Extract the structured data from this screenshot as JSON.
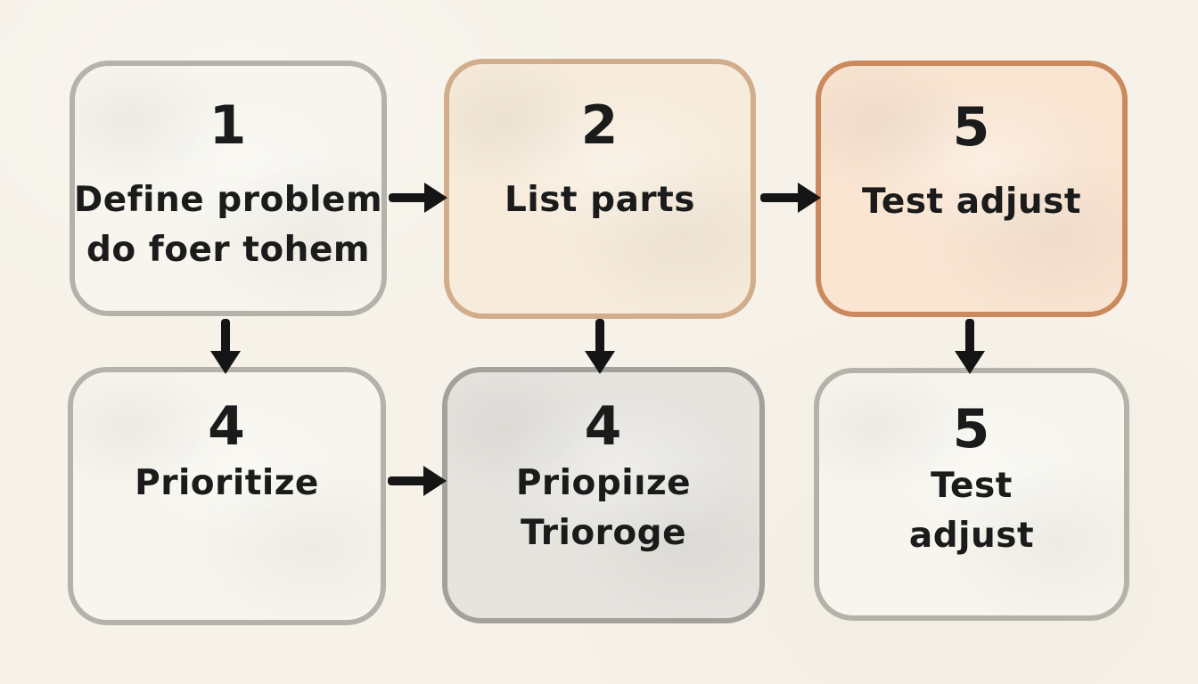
{
  "canvas": {
    "background_color": "#f6f2e9",
    "ink_color": "#151515",
    "style": "hand-drawn watercolor flowchart"
  },
  "boxes": [
    {
      "id": "step-1-define-problem",
      "number": "1",
      "lines": [
        "Define problem",
        "do foer tohem"
      ],
      "fill": "#f7f5ee",
      "border": "#b5b2aa"
    },
    {
      "id": "step-2-list-parts",
      "number": "2",
      "lines": [
        "List parts"
      ],
      "fill": "#f7ecdc",
      "border": "#d2ad8b"
    },
    {
      "id": "step-5-test-adjust-top",
      "number": "5",
      "lines": [
        "Test adjust"
      ],
      "fill": "#f9e5d2",
      "border": "#cb8a5e"
    },
    {
      "id": "step-4-prioritize",
      "number": "4",
      "lines": [
        "Prioritize"
      ],
      "fill": "#f7f5ee",
      "border": "#b5b2aa"
    },
    {
      "id": "step-4-priopiize",
      "number": "4",
      "lines": [
        "Priopiıze",
        "Trioroge"
      ],
      "fill": "#e6e4df",
      "border": "#a3a19c"
    },
    {
      "id": "step-5-test-adjust-bottom",
      "number": "5",
      "lines": [
        "Test",
        "adjust"
      ],
      "fill": "#f7f5ee",
      "border": "#b5b2aa"
    }
  ],
  "arrows": [
    {
      "from": "step-1-define-problem",
      "to": "step-2-list-parts",
      "direction": "right"
    },
    {
      "from": "step-2-list-parts",
      "to": "step-5-test-adjust-top",
      "direction": "right"
    },
    {
      "from": "step-1-define-problem",
      "to": "step-4-prioritize",
      "direction": "down"
    },
    {
      "from": "step-2-list-parts",
      "to": "step-4-priopiize",
      "direction": "down"
    },
    {
      "from": "step-5-test-adjust-top",
      "to": "step-5-test-adjust-bottom",
      "direction": "down"
    },
    {
      "from": "step-4-prioritize",
      "to": "step-4-priopiize",
      "direction": "right"
    }
  ]
}
